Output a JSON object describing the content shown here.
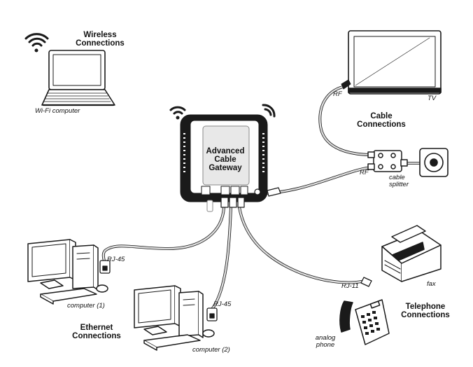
{
  "groups": {
    "wireless": [
      "Wireless",
      "Connections"
    ],
    "cable": [
      "Cable",
      "Connections"
    ],
    "ethernet": [
      "Ethernet",
      "Connections"
    ],
    "telephone": [
      "Telephone",
      "Connections"
    ]
  },
  "gateway": [
    "Advanced",
    "Cable",
    "Gateway"
  ],
  "devices": {
    "wifi_computer": "Wi-Fi computer",
    "tv": "TV",
    "cable_splitter": [
      "cable",
      "splitter"
    ],
    "fax": "fax",
    "analog_phone": [
      "analog",
      "phone"
    ],
    "computer1": "computer (1)",
    "computer2": "computer (2)"
  },
  "ports": {
    "rf_tv": "RF",
    "rf_gateway": "RF",
    "rj45_a": "RJ-45",
    "rj45_b": "RJ-45",
    "rj11": "RJ-11"
  },
  "colors": {
    "line": "#1a1a1a",
    "cable": "#cfcfcf"
  }
}
